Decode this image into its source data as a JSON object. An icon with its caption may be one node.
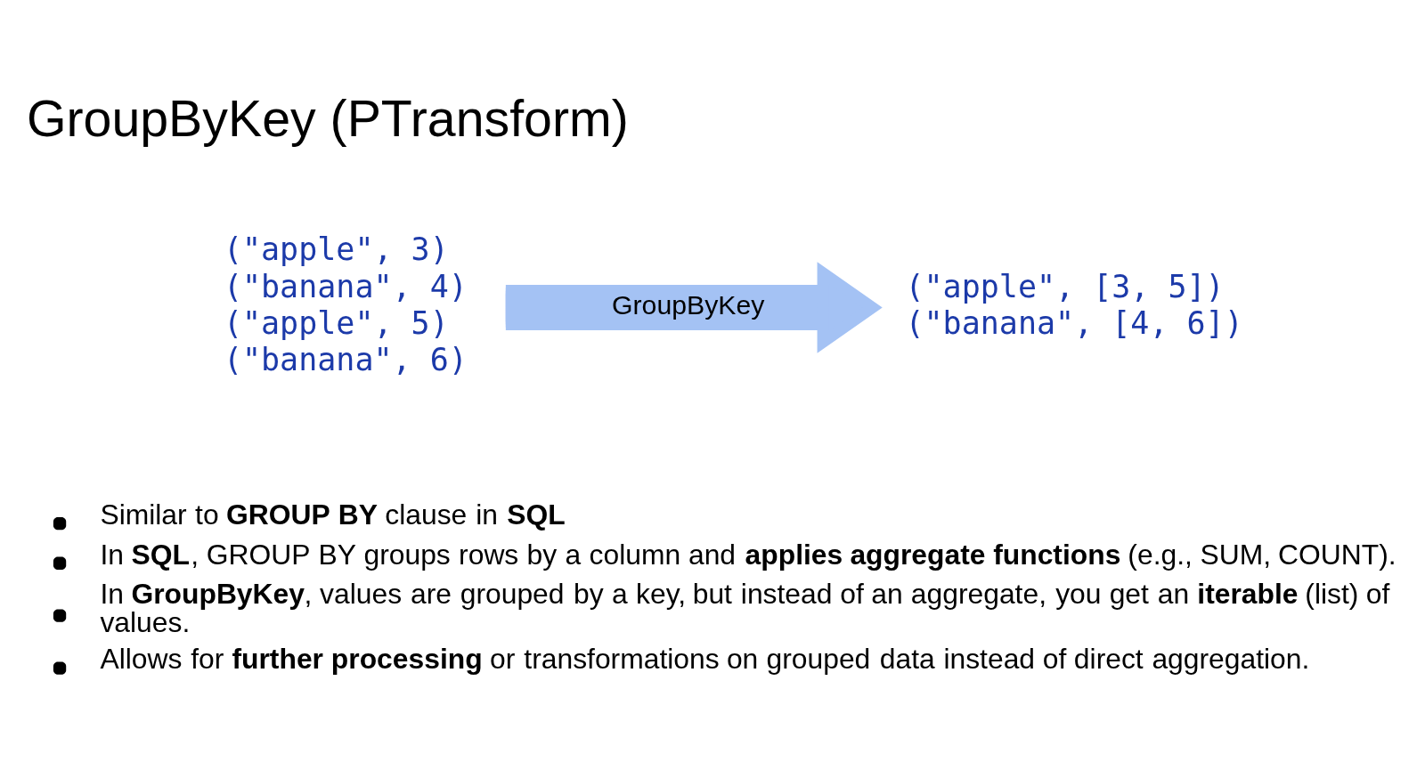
{
  "diagram": {
    "title": "GroupByKey (PTransform)",
    "nodes": [
      {
        "text": [
          "(\"apple\", 3)",
          "(\"banana\", 4)",
          "(\"apple\", 5)",
          "(\"banana\", 6)"
        ]
      },
      {
        "text": [
          "(\"apple\", [3, 5])",
          "(\"banana\", [4, 6])"
        ]
      }
    ],
    "edges": [
      {
        "from": 0,
        "to": 1,
        "arrow": "to",
        "label": "GroupByKey"
      }
    ],
    "labels": [
      "Similar to **GROUP BY** clause in **SQL**",
      "In **SQL**, GROUP BY groups rows by a column and **applies aggregate functions** (e.g., SUM, COUNT).",
      "In **GroupByKey**, values are grouped by a key, but instead of an aggregate, you get an **iterable** (list) of values.",
      "Allows for **further processing** or transformations on grouped data instead of direct aggregation."
    ]
  }
}
